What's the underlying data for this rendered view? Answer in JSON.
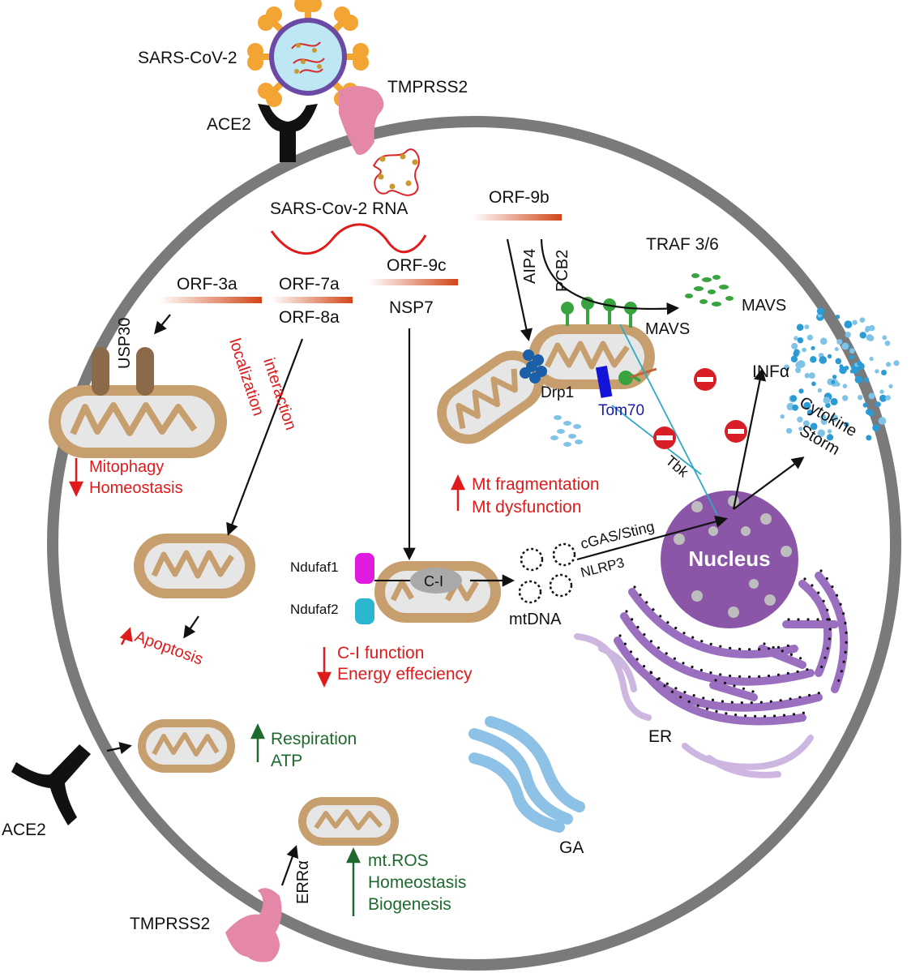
{
  "colors": {
    "cell_membrane": "#7a7a7a",
    "mito_outer": "#c79f6e",
    "mito_inner_fill": "#e6e6e6",
    "red_text": "#e01b1b",
    "green_text": "#1e6a2e",
    "blue_text": "#1a1aa8",
    "nucleus": "#8b55a8",
    "er": "#9a6fbf",
    "golgi": "#7fb1d9",
    "virus_spike": "#f3a534",
    "tmprss2": "#e487a8",
    "rna": "#e01b1b",
    "mavs": "#39a33f",
    "inhibit": "#d91f26"
  },
  "labels": {
    "sars_cov_2": "SARS-CoV-2",
    "tmprss2_top": "TMPRSS2",
    "ace2_top": "ACE2",
    "sars_rna": "SARS-Cov-2 RNA",
    "orf9b": "ORF-9b",
    "orf3a": "ORF-3a",
    "orf7a": "ORF-7a",
    "orf9c": "ORF-9c",
    "orf8a": "ORF-8a",
    "nsp7": "NSP7",
    "usp30": "USP30",
    "aip4": "AIP4",
    "pcb2": "PCB2",
    "traf": "TRAF 3/6",
    "mavs_cluster": "MAVS",
    "mavs_mito": "MAVS",
    "drp1": "Drp1",
    "tom70": "Tom70",
    "tbk": "Tbk",
    "inf_alpha": "INFα",
    "cytokine_1": "Cytokine",
    "cytokine_2": "Storm",
    "mitophagy": "Mitophagy",
    "homeostasis_1": "Homeostasis",
    "localization": "localization",
    "interaction": "interaction",
    "mt_fragmentation": "Mt fragmentation",
    "mt_dysfunction": "Mt dysfunction",
    "cgas": "cGAS/Sting",
    "nlrp3": "NLRP3",
    "nucleus": "Nucleus",
    "ndufaf1": "Ndufaf1",
    "ndufaf2": "Ndufaf2",
    "ci": "C-I",
    "mtdna": "mtDNA",
    "apoptosis": "Apoptosis",
    "ci_function": "C-I function",
    "energy": "Energy effeciency",
    "respiration": "Respiration",
    "atp": "ATP",
    "er": "ER",
    "ga": "GA",
    "ace2_bottom": "ACE2",
    "erra": "ERRα",
    "mtros": "mt.ROS",
    "homeostasis_2": "Homeostasis",
    "biogenesis": "Biogenesis",
    "tmprss2_bottom": "TMPRSS2"
  }
}
